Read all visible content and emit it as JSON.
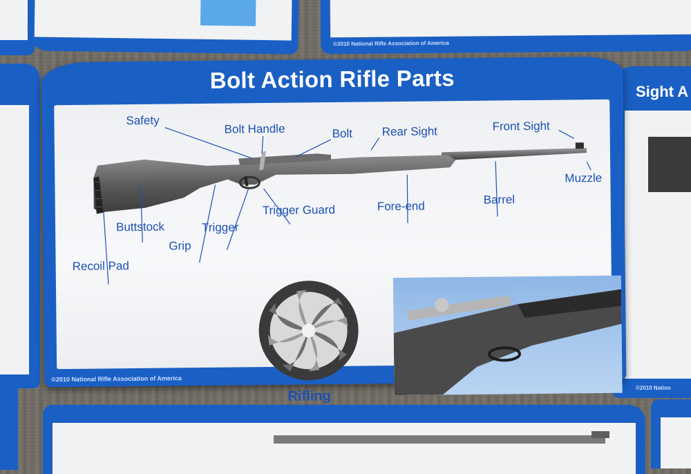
{
  "poster": {
    "title": "Bolt Action Rifle Parts",
    "copyright": "©2010 National Rifle Association of America",
    "labels": {
      "safety": "Safety",
      "bolt_handle": "Bolt Handle",
      "bolt": "Bolt",
      "rear_sight": "Rear Sight",
      "front_sight": "Front Sight",
      "muzzle": "Muzzle",
      "buttstock": "Buttstock",
      "recoil_pad": "Recoil Pad",
      "grip": "Grip",
      "trigger": "Trigger",
      "trigger_guard": "Trigger Guard",
      "fore_end": "Fore-end",
      "barrel": "Barrel"
    },
    "rifling_caption": "Rifling"
  },
  "background_posters": {
    "top_right_copyright": "©2010 National Rifle Association of America",
    "right_title": "Sight A",
    "right_copyright": "©2010 Nation"
  },
  "colors": {
    "poster_blue": "#1a5fc4",
    "label_blue": "#1b4fb3",
    "paper": "#f4f5f7"
  }
}
